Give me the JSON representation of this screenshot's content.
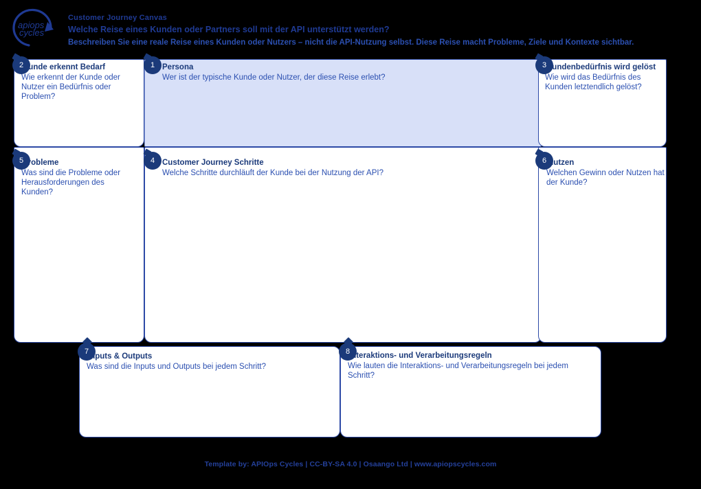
{
  "header": {
    "logo_alt": "APIOps Cycles logo",
    "logo_line1": "apiops",
    "logo_line2": "cycles",
    "title": "Customer Journey Canvas",
    "subtitle": "Welche Reise eines Kunden oder Partners soll mit der API unterstützt werden?",
    "description": "Beschreiben Sie eine reale Reise eines Kunden oder Nutzers – nicht die API-Nutzung selbst. Diese Reise macht Probleme, Ziele und Kontexte sichtbar."
  },
  "colors": {
    "brand_navy": "#1b3a7a",
    "brand_blue": "#2b4fb0",
    "border_blue": "#2c49a6",
    "persona_fill": "#d8e0f8",
    "background": "#000000",
    "badge_text": "#ffffff"
  },
  "boxes": [
    {
      "number": "1",
      "title": "Persona",
      "question": "Wer ist der typische Kunde oder Nutzer, der diese Reise erlebt?",
      "content": ""
    },
    {
      "number": "2",
      "title": "Kunde erkennt Bedarf",
      "question": "Wie erkennt der Kunde oder Nutzer ein Bedürfnis oder Problem?",
      "content": ""
    },
    {
      "number": "3",
      "title": "Kundenbedürfnis wird gelöst",
      "question": "Wie wird das Bedürfnis des Kunden letztendlich gelöst?",
      "content": ""
    },
    {
      "number": "4",
      "title": "Customer Journey Schritte",
      "question": "Welche Schritte durchläuft der Kunde bei der Nutzung der API?",
      "content": ""
    },
    {
      "number": "5",
      "title": "Probleme",
      "question": "Was sind die Probleme oder Herausforderungen des Kunden?",
      "content": ""
    },
    {
      "number": "6",
      "title": "Nutzen",
      "question": "Welchen Gewinn oder Nutzen hat der Kunde?",
      "content": ""
    },
    {
      "number": "7",
      "title": "Inputs & Outputs",
      "question": "Was sind die Inputs und Outputs bei jedem Schritt?",
      "content": ""
    },
    {
      "number": "8",
      "title": "Interaktions- und Verarbeitungsregeln",
      "question": "Wie lauten die Interaktions- und Verarbeitungsregeln bei jedem Schritt?",
      "content": ""
    }
  ],
  "footer": {
    "text": "Template by: APIOps Cycles | CC-BY-SA 4.0 | Osaango Ltd | www.apiopscycles.com"
  }
}
